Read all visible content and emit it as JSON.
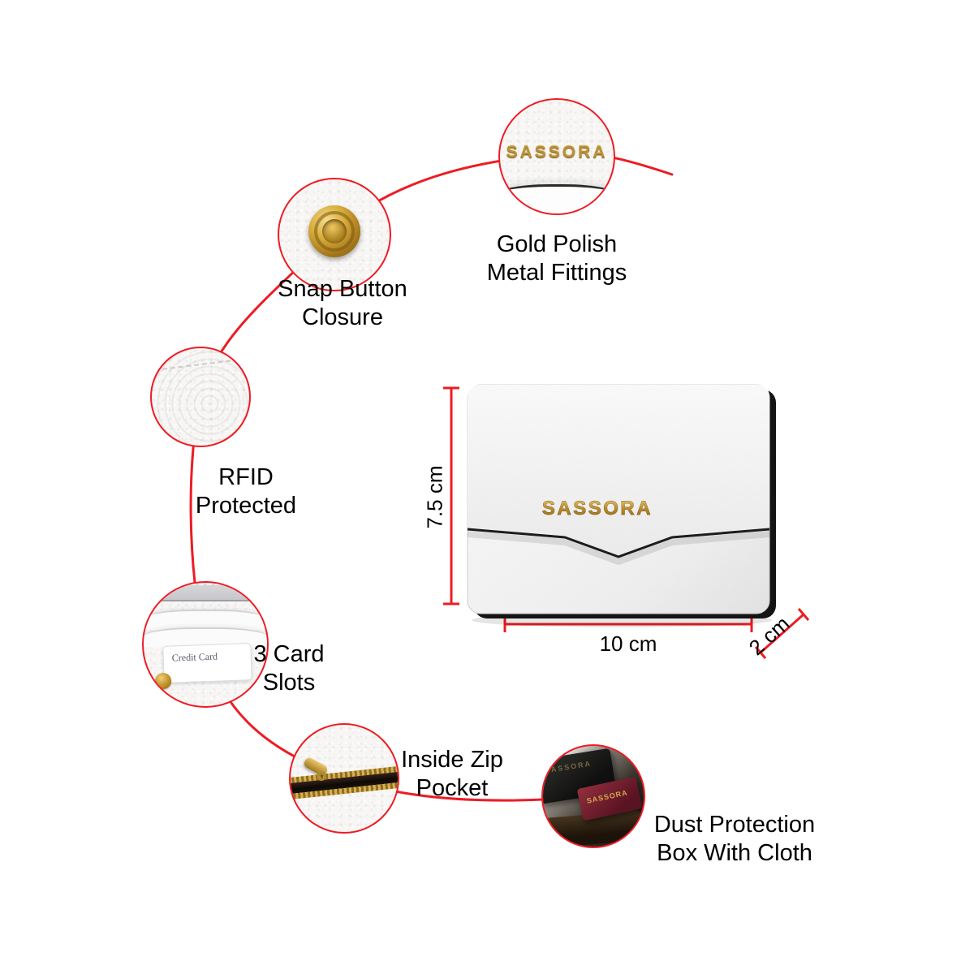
{
  "callouts": [
    {
      "id": "gold-fittings",
      "line1": "Gold Polish",
      "line2": "Metal Fittings"
    },
    {
      "id": "snap-button",
      "line1": "Snap Button",
      "line2": "Closure"
    },
    {
      "id": "rfid",
      "line1": "RFID",
      "line2": "Protected"
    },
    {
      "id": "card-slots",
      "line1": "3 Card",
      "line2": "Slots"
    },
    {
      "id": "zip-pocket",
      "line1": "Inside Zip",
      "line2": "Pocket"
    },
    {
      "id": "dust-box",
      "line1": "Dust Protection",
      "line2": "Box With Cloth"
    }
  ],
  "product": {
    "logo_text": "SASSORA",
    "callout_logo_text": "SASSORA",
    "card_text": "Credit Card",
    "box_lid_text": "SASSORA",
    "cloth_text": "SASSORA"
  },
  "dimensions": {
    "height_label": "7.5 cm",
    "width_label": "10 cm",
    "depth_label": "2 cm"
  },
  "colors": {
    "accent_red": "#ed1c24",
    "gold": "#c59a3f",
    "text_black": "#000000"
  }
}
